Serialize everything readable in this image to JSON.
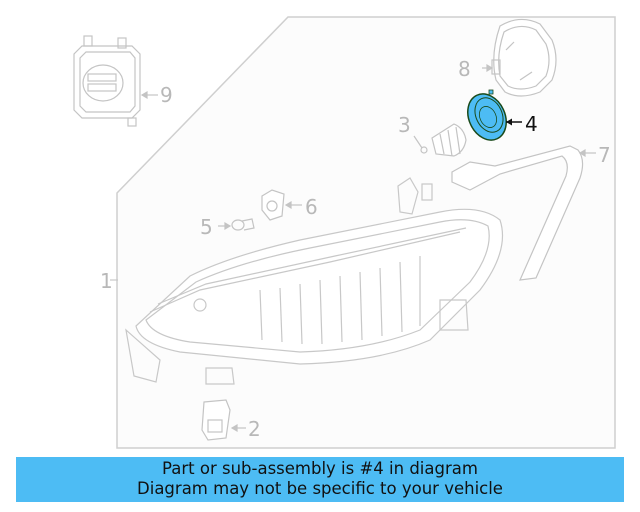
{
  "diagram": {
    "highlight_color": "#4dbcf4",
    "highlighted_part": "4",
    "callouts": [
      {
        "number": "1",
        "part": "headlamp-assembly"
      },
      {
        "number": "2",
        "part": "connector"
      },
      {
        "number": "3",
        "part": "bulb-socket"
      },
      {
        "number": "4",
        "part": "dust-cap",
        "highlighted": true
      },
      {
        "number": "5",
        "part": "bulb"
      },
      {
        "number": "6",
        "part": "socket"
      },
      {
        "number": "7",
        "part": "trim-seal"
      },
      {
        "number": "8",
        "part": "led-module"
      },
      {
        "number": "9",
        "part": "ballast-control-module"
      }
    ]
  },
  "banner": {
    "line1": "Part or sub-assembly is #4 in diagram",
    "line2": "Diagram may not be specific to your vehicle",
    "background": "#4dbcf4"
  }
}
